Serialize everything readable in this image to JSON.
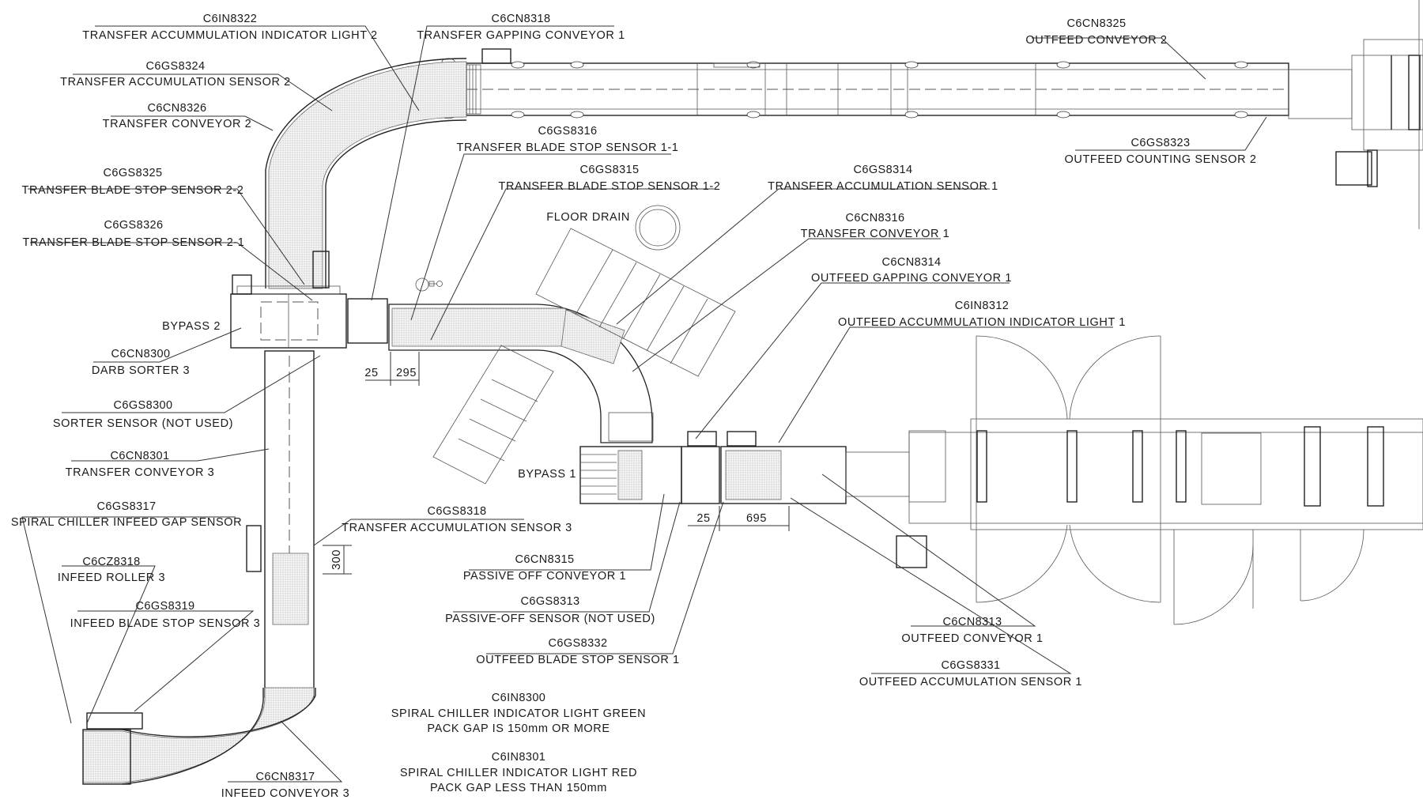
{
  "drawing": {
    "labels": [
      {
        "tag": "C6IN8322",
        "name": "TRANSFER ACCUMMULATION INDICATOR LIGHT 2"
      },
      {
        "tag": "C6CN8318",
        "name": "TRANSFER GAPPING CONVEYOR 1"
      },
      {
        "tag": "C6GS8324",
        "name": "TRANSFER ACCUMULATION SENSOR 2"
      },
      {
        "tag": "C6CN8326",
        "name": "TRANSFER CONVEYOR 2"
      },
      {
        "tag": "C6GS8316",
        "name": "TRANSFER BLADE STOP SENSOR 1-1"
      },
      {
        "tag": "C6GS8325",
        "name": "TRANSFER BLADE STOP SENSOR 2-2"
      },
      {
        "tag": "C6GS8315",
        "name": "TRANSFER BLADE STOP SENSOR 1-2"
      },
      {
        "tag": "C6GS8314",
        "name": "TRANSFER ACCUMULATION SENSOR 1"
      },
      {
        "tag": "C6GS8326",
        "name": "TRANSFER BLADE STOP SENSOR 2-1"
      },
      {
        "tag": "C6CN8316",
        "name": "TRANSFER CONVEYOR 1"
      },
      {
        "tag": "C6CN8314",
        "name": "OUTFEED GAPPING CONVEYOR 1"
      },
      {
        "tag": "C6IN8312",
        "name": "OUTFEED ACCUMMULATION INDICATOR LIGHT 1"
      },
      {
        "tag": "C6CN8300",
        "name": "DARB SORTER 3"
      },
      {
        "tag": "C6GS8300",
        "name": "SORTER SENSOR (NOT USED)"
      },
      {
        "tag": "C6CN8301",
        "name": "TRANSFER CONVEYOR 3"
      },
      {
        "tag": "C6GS8317",
        "name": "SPIRAL CHILLER INFEED GAP SENSOR"
      },
      {
        "tag": "C6GS8318",
        "name": "TRANSFER ACCUMULATION SENSOR 3"
      },
      {
        "tag": "C6CZ8318",
        "name": "INFEED ROLLER 3"
      },
      {
        "tag": "C6CN8315",
        "name": "PASSIVE OFF CONVEYOR 1"
      },
      {
        "tag": "C6GS8319",
        "name": "INFEED BLADE STOP SENSOR 3"
      },
      {
        "tag": "C6GS8313",
        "name": "PASSIVE-OFF SENSOR (NOT USED)"
      },
      {
        "tag": "C6GS8332",
        "name": "OUTFEED BLADE STOP SENSOR 1"
      },
      {
        "tag": "C6CN8313",
        "name": "OUTFEED CONVEYOR 1"
      },
      {
        "tag": "C6GS8331",
        "name": "OUTFEED ACCUMULATION SENSOR 1"
      },
      {
        "tag": "C6CN8317",
        "name": "INFEED CONVEYOR 3"
      },
      {
        "tag": "C6CN8325",
        "name": "OUTFEED CONVEYOR 2"
      },
      {
        "tag": "C6GS8323",
        "name": "OUTFEED COUNTING SENSOR 2"
      }
    ],
    "plain_labels": {
      "bypass_2": "BYPASS 2",
      "bypass_1": "BYPASS 1",
      "floor_drain": "FLOOR DRAIN"
    },
    "dimensions": {
      "d1_a": "25",
      "d1_b": "295",
      "d2_a": "25",
      "d2_b": "695",
      "d3": "300"
    },
    "notes": [
      {
        "tag": "C6IN8300",
        "line1": "SPIRAL CHILLER INDICATOR LIGHT GREEN",
        "line2": "PACK GAP IS 150mm OR MORE"
      },
      {
        "tag": "C6IN8301",
        "line1": "SPIRAL CHILLER INDICATOR LIGHT RED",
        "line2": "PACK GAP LESS THAN 150mm"
      }
    ]
  }
}
